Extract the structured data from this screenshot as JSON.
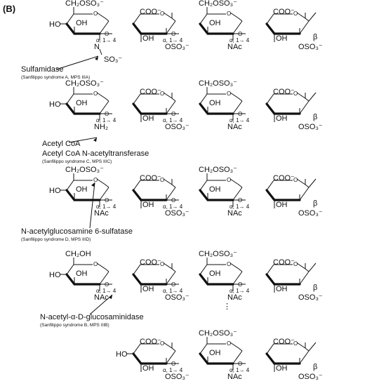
{
  "panel_label": "(B)",
  "link_labels": {
    "alpha_1_4": "α, 1→ 4",
    "beta": "β"
  },
  "group_labels": {
    "ch2oso3": "CH₂OSO₃⁻",
    "ch2oh": "CH₂OH",
    "coo": "COO⁻",
    "oso3": "OSO₃⁻",
    "oh": "OH",
    "ho": "HO",
    "o": "O",
    "nac": "NAc",
    "nh2": "NH₂",
    "n": "N",
    "so3": "SO₃⁻"
  },
  "steps": [
    {
      "enzyme": "Sulfamidase",
      "syndrome": "(Sanfilippo syndrome A, MPS IIIA)"
    },
    {
      "cofactor": "Acetyl CoA",
      "enzyme": "Acetyl CoA N-acetyltransferase",
      "syndrome": "(Sanfilippo syndrome C, MPS IIIC)"
    },
    {
      "enzyme": "N-acetylglucosamine 6-sulfatase",
      "syndrome": "(Sanfilippo syndrome D, MPS IIID)"
    },
    {
      "enzyme": "N-acetyl-α-D-glucosaminidase",
      "syndrome": "(Sanfilippo syndrome B, MPS IIIB)"
    }
  ],
  "continuation_dots": "⋮"
}
